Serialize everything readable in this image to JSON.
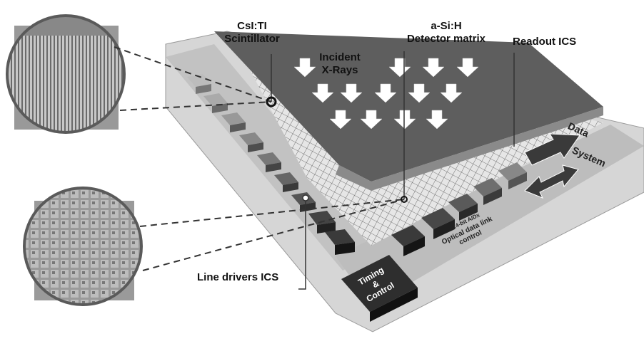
{
  "labels": {
    "scintillator_line1": "CsI:TI",
    "scintillator_line2": "Scintillator",
    "detector_line1": "a-Si:H",
    "detector_line2": "Detector matrix",
    "incident_line1": "Incident",
    "incident_line2": "X-Rays",
    "readout": "Readout ICS",
    "line_drivers": "Line drivers ICS",
    "data_arrow": "Data",
    "system_arrow": "System",
    "adc": "14-bit A/Dx",
    "optical_line1": "Optical data link",
    "optical_line2": "control",
    "timing_line1": "Timing",
    "timing_line2": "&",
    "timing_line3": "Control"
  },
  "colors": {
    "panel_dark": "#5a5a5a",
    "board": "#d8d8d8",
    "chip_dark": "#2a2a2a",
    "leader": "#333333"
  }
}
